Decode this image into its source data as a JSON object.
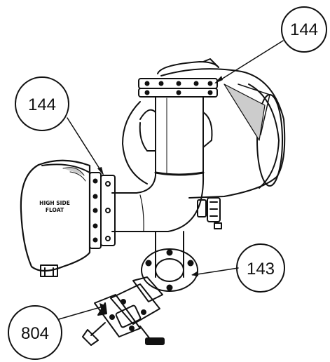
{
  "diagram": {
    "labels": {
      "float_line1": "HIGH SIDE",
      "float_line2": "FLOAT"
    },
    "callouts": [
      {
        "id": "top-right",
        "text": "144"
      },
      {
        "id": "left",
        "text": "144"
      },
      {
        "id": "lower-right",
        "text": "143"
      },
      {
        "id": "bottom-left",
        "text": "804"
      }
    ],
    "colors": {
      "line": "#111111",
      "background": "#ffffff"
    }
  }
}
